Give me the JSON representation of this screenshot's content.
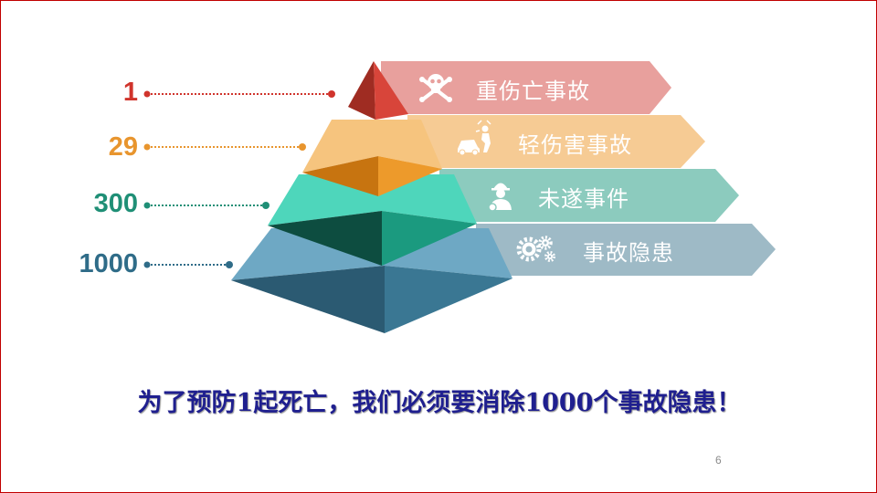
{
  "levels": [
    {
      "count": "1",
      "label": "重伤亡事故",
      "icon": "skull-crossbones-icon",
      "color": "#d0342c"
    },
    {
      "count": "29",
      "label": "轻伤害事故",
      "icon": "car-crash-icon",
      "color": "#e8952e"
    },
    {
      "count": "300",
      "label": "未遂事件",
      "icon": "worker-icon",
      "color": "#1f8f76"
    },
    {
      "count": "1000",
      "label": "事故隐患",
      "icon": "gears-icon",
      "color": "#2f6c88"
    }
  ],
  "tagline": "为了预防1起死亡，我们必须要消除1000个事故隐患！",
  "page_number": "6"
}
